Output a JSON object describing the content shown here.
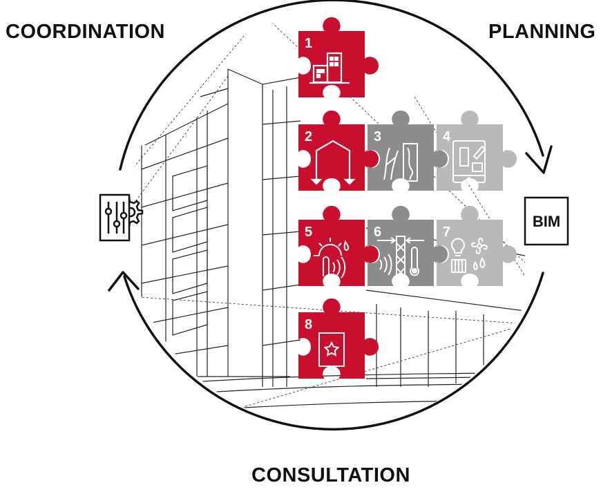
{
  "phases": {
    "top_left": "COORDINATION",
    "top_right": "PLANNING",
    "bottom": "CONSULTATION"
  },
  "bim_label": "BIM",
  "colors": {
    "active": "#c8102e",
    "inactive_dark": "#8c8c8c",
    "inactive_light": "#b9b9b9",
    "line": "#111111"
  },
  "pieces": [
    {
      "number": "1",
      "icon": "buildings-icon",
      "state": "active"
    },
    {
      "number": "2",
      "icon": "structure-frame-icon",
      "state": "active"
    },
    {
      "number": "3",
      "icon": "timber-wood-icon",
      "state": "inactive_dark"
    },
    {
      "number": "4",
      "icon": "tablet-document-icon",
      "state": "inactive_light"
    },
    {
      "number": "5",
      "icon": "weather-sun-rain-icon",
      "state": "active"
    },
    {
      "number": "6",
      "icon": "insulation-thermometer-icon",
      "state": "inactive_dark"
    },
    {
      "number": "7",
      "icon": "building-services-icon",
      "state": "inactive_light"
    },
    {
      "number": "8",
      "icon": "certificate-star-icon",
      "state": "active"
    }
  ]
}
